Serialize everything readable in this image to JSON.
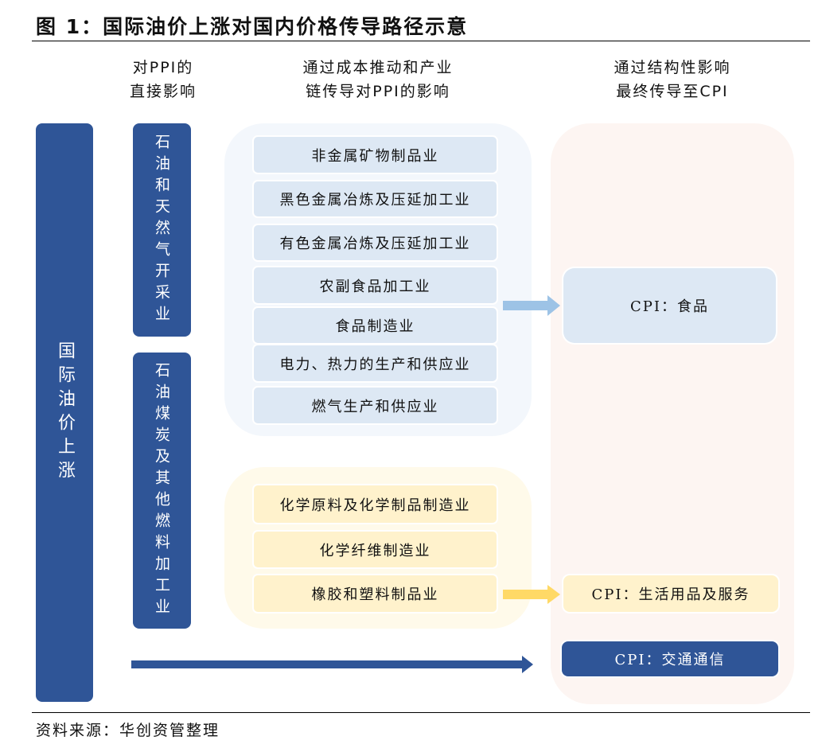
{
  "title": "图 1：国际油价上涨对国内价格传导路径示意",
  "headers": {
    "col1": [
      "对PPI的",
      "直接影响"
    ],
    "col2": [
      "通过成本推动和产业",
      "链传导对PPI的影响"
    ],
    "col3": [
      "通过结构性影响",
      "最终传导至CPI"
    ]
  },
  "source_node": "国际油价上涨",
  "direct": [
    "石油和天然气开采业",
    "石油煤炭及其他燃料加工业"
  ],
  "chain_blue": [
    "非金属矿物制品业",
    "黑色金属冶炼及压延加工业",
    "有色金属冶炼及压延加工业",
    "农副食品加工业",
    "食品制造业",
    "电力、热力的生产和供应业",
    "燃气生产和供应业"
  ],
  "chain_yellow": [
    "化学原料及化学制品制造业",
    "化学纤维制造业",
    "橡胶和塑料制品业"
  ],
  "cpi": [
    "CPI：食品",
    "CPI：生活用品及服务",
    "CPI：交通通信"
  ],
  "footer": "资料来源：华创资管整理",
  "colors": {
    "dark_blue": "#2f5597",
    "light_blue": "#dde8f4",
    "yellow": "#fff2cc",
    "arrow_blue": "#9dc3e6",
    "arrow_yellow": "#ffd966"
  }
}
